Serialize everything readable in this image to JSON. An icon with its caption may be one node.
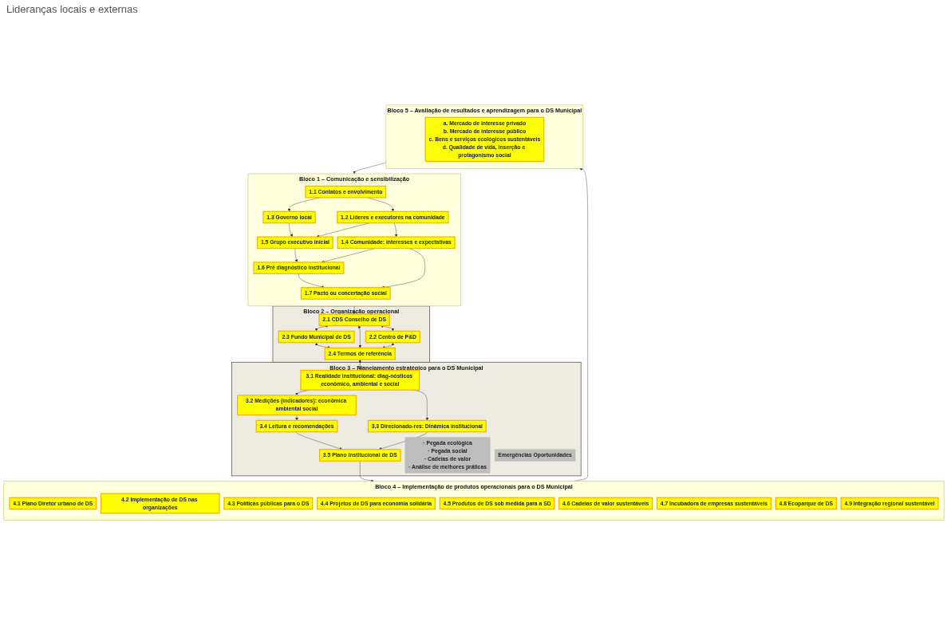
{
  "diagram": {
    "nodes": [
      {
        "text": [
          "Bloco 1 – Comunicação e sensibilização"
        ]
      },
      {
        "text": [
          "1.1 Contatos e envolvimento"
        ],
        "in": 0
      },
      {
        "text": [
          "1.2 Líderes e executores na comunidade"
        ],
        "in": 0
      },
      {
        "text": [
          "1.3 Governo local"
        ],
        "in": 0
      },
      {
        "text": [
          "1.4 Comunidade: interesses e expectativas"
        ],
        "in": 0
      },
      {
        "text": [
          "1.5 Grupo executivo inicial"
        ],
        "in": 0
      },
      {
        "text": [
          "1.6 Pré diagnóstico institucional"
        ],
        "in": 0
      },
      {
        "text": [
          "1.7 Pacto ou concertação social"
        ],
        "in": 0
      },
      {
        "text": [
          "Bloco 2 – Organização operacional"
        ]
      },
      {
        "text": [
          "2.1 CDS Conselho de DS"
        ],
        "in": 8
      },
      {
        "text": [
          "2.2 Centro de P&D"
        ],
        "in": 8
      },
      {
        "text": [
          "2.3 Fundo Municipal de DS"
        ],
        "in": 8
      },
      {
        "text": [
          "2.4 Termos de referência"
        ],
        "in": 8
      },
      {
        "text": [
          "Bloco 3 – Planejamento estratégico para o DS Municipal"
        ]
      },
      {
        "text": [
          "3.1 Realidade institucional: diag-nósticos econômico, ambiental e social"
        ],
        "in": 13
      },
      {
        "text": [
          "3.2 Medições (indicadores): econômica ambiental social"
        ],
        "in": 13
      },
      {
        "text": [
          "3.3 Direcionado-res: Dinâmica institucional"
        ],
        "in": 13
      },
      {
        "text": [
          "3.4 Leitura e recomendações"
        ],
        "in": 13
      },
      {
        "text": [
          "3.5 Plano Institucional de DS"
        ],
        "in": 13
      },
      {
        "text": [
          "· Pegada ecológica",
          "· Pegada social",
          "· Cadeias de valor",
          "· Análise de melhores práticas"
        ],
        "in": 13
      },
      {
        "text": [
          "Emergências Oportunidades"
        ],
        "in": 13
      },
      {
        "text": [
          "Bloco 4 – Implementação de produtos operacionais para o DS Municipal"
        ]
      },
      {
        "text": [
          "4.1 Plano Diretor urbano de DS"
        ],
        "in": 21
      },
      {
        "text": [
          "4.2 Implementação de DS nas organizações"
        ],
        "in": 21
      },
      {
        "text": [
          "4.3 Políticas públicas para o DS"
        ],
        "in": 21
      },
      {
        "text": [
          "4.4 Projetos de DS para economia solidária"
        ],
        "in": 21
      },
      {
        "text": [
          "4.5 Produtos de DS sob medida para a SD"
        ],
        "in": 21
      },
      {
        "text": [
          "4.6 Cadeias de valor sustentáveis"
        ],
        "in": 21
      },
      {
        "text": [
          "4.7 Incubadora de empresas sustentáveis"
        ],
        "in": 21
      },
      {
        "text": [
          "4.8 Ecoparque de DS"
        ],
        "in": 21
      },
      {
        "text": [
          "4.9 Integração regional sustentável"
        ],
        "in": 21
      },
      {
        "text": [
          "Bloco 5 – Avaliação de resultados e aprendizagem para o DS Municipal"
        ]
      },
      {
        "text": [
          "a. Mercado de interesse privado",
          "b. Mercado de interesse público",
          "c. Bens e serviços ecológicos sustentáveis",
          "d. Qualidade de vida, inserção e protagonismo social"
        ],
        "in": 31
      }
    ],
    "edges": [
      {
        "from": 1,
        "to": 3,
        "arrow": "to"
      },
      {
        "from": 1,
        "to": 2,
        "arrow": "to"
      },
      {
        "from": 3,
        "to": 5,
        "arrow": "to"
      },
      {
        "from": 2,
        "to": 5,
        "arrow": "to"
      },
      {
        "from": 2,
        "to": 4,
        "arrow": "to"
      },
      {
        "from": 5,
        "to": 6,
        "arrow": "to"
      },
      {
        "from": 4,
        "to": 6,
        "arrow": "to"
      },
      {
        "from": 6,
        "to": 7,
        "arrow": "to"
      },
      {
        "from": 4,
        "to": 7,
        "arrow": "to"
      },
      {
        "from": 0,
        "to": 9,
        "arrow": "to"
      },
      {
        "from": 9,
        "to": 11,
        "arrow": "both"
      },
      {
        "from": 11,
        "to": 12,
        "arrow": "both"
      },
      {
        "from": 9,
        "to": 12,
        "arrow": "both"
      },
      {
        "from": 9,
        "to": 10,
        "arrow": "both"
      },
      {
        "from": 10,
        "to": 12,
        "arrow": "both"
      },
      {
        "from": 12,
        "to": 14,
        "arrow": "both"
      },
      {
        "from": 14,
        "to": 15,
        "arrow": "to"
      },
      {
        "from": 14,
        "to": 16,
        "arrow": "to"
      },
      {
        "from": 15,
        "to": 17,
        "arrow": "to"
      },
      {
        "from": 17,
        "to": 18,
        "arrow": "to"
      },
      {
        "from": 16,
        "to": 18,
        "arrow": "to"
      },
      {
        "from": 18,
        "to": 21,
        "arrow": "to"
      },
      {
        "from": 21,
        "to": 31,
        "arrow": "to"
      },
      {
        "from": 31,
        "to": 0,
        "arrow": "to"
      }
    ],
    "labels": [
      "Lideranças locais e externas"
    ]
  }
}
